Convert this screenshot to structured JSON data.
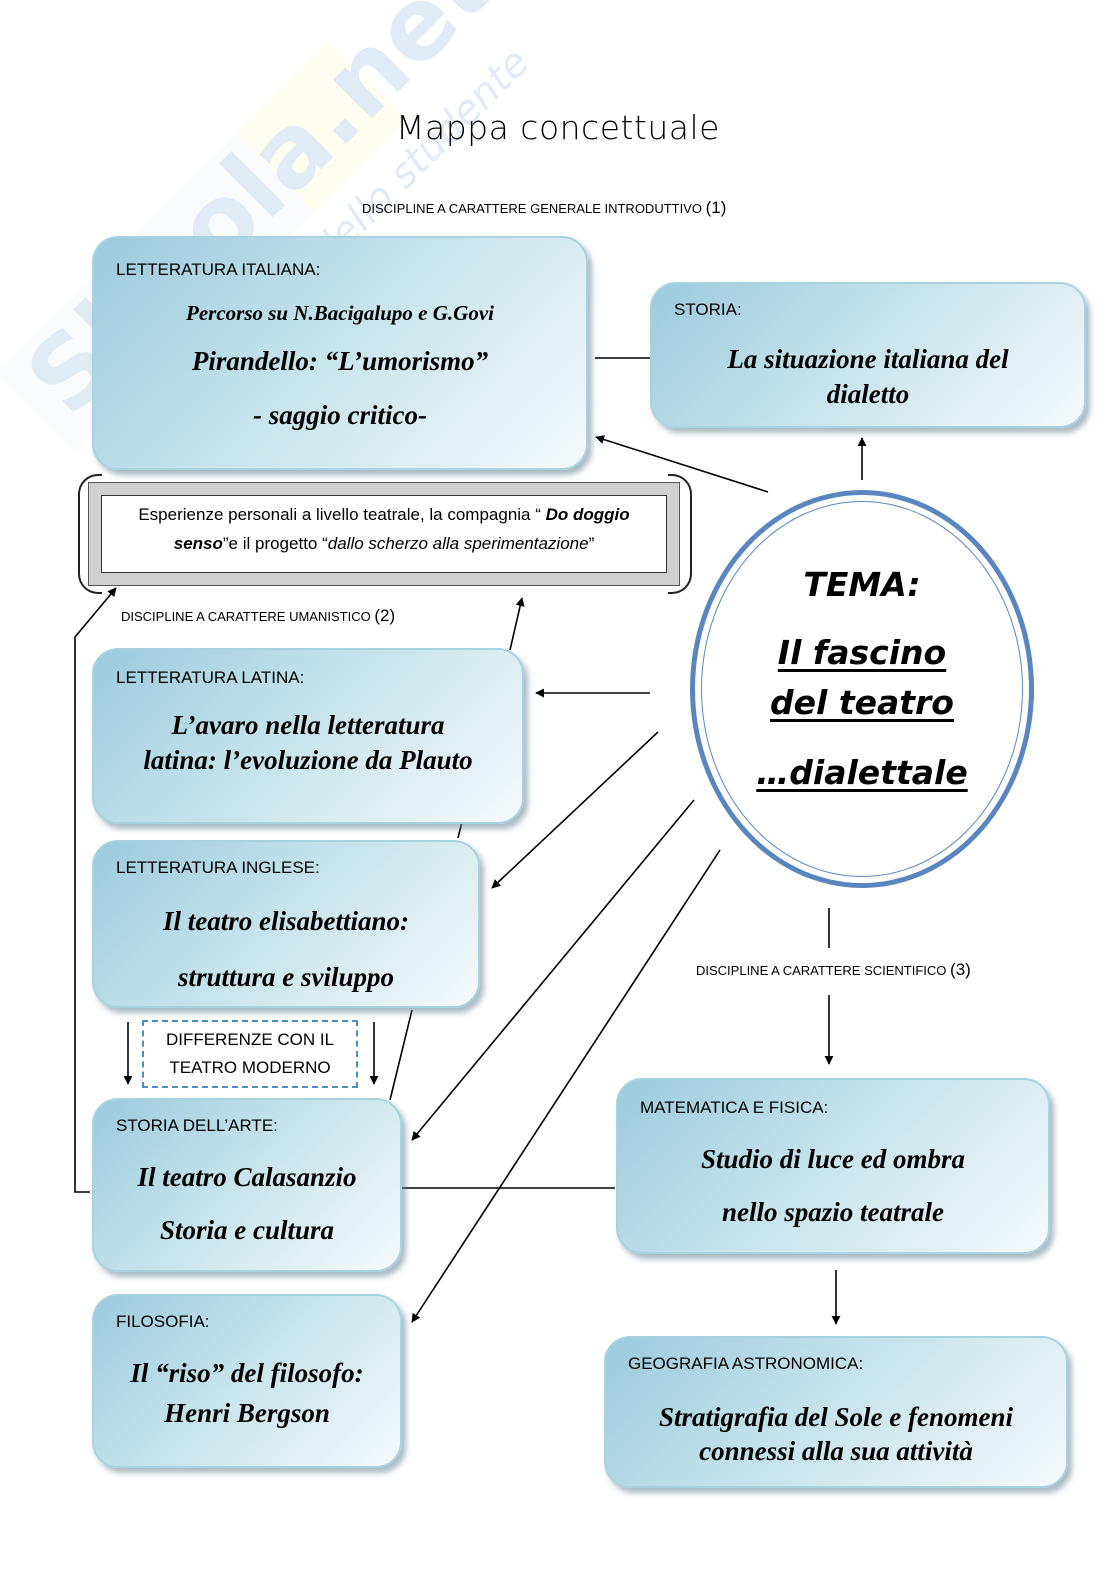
{
  "title": "Mappa concettuale",
  "watermark": {
    "brand": "Skuola.net",
    "slogan": "il paradiso dello studente"
  },
  "sections": {
    "general": {
      "label": "DISCIPLINE  A CARATTERE GENERALE INTRODUTTIVO",
      "num": "(1)"
    },
    "humanistic": {
      "label": "DISCIPLINE  A CARATTERE UMANISTICO",
      "num": "(2)"
    },
    "scientific": {
      "label": "DISCIPLINE  A CARATTERE SCIENTIFICO",
      "num": "(3)"
    }
  },
  "center": {
    "line1": "TEMA:",
    "line2": "Il fascino",
    "line3": "del teatro",
    "line4": "…dialettale"
  },
  "boxes": {
    "lett_ita": {
      "label": "LETTERATURA ITALIANA:",
      "line1": "Percorso su N.Bacigalupo e G.Govi",
      "line2": "Pirandello: “L’umorismo”",
      "line3": "- saggio critico-"
    },
    "storia": {
      "label": "STORIA:",
      "line1": "La situazione italiana del",
      "line2": "dialetto"
    },
    "lett_lat": {
      "label": "LETTERATURA LATINA:",
      "line1": "L’avaro nella letteratura",
      "line2": "latina: l’evoluzione da Plauto"
    },
    "lett_ing": {
      "label": "LETTERATURA INGLESE:",
      "line1": "Il teatro elisabettiano:",
      "line2": "struttura e sviluppo"
    },
    "arte": {
      "label": "STORIA DELL’ARTE:",
      "line1": "Il teatro Calasanzio",
      "line2": "Storia e cultura"
    },
    "filo": {
      "label": "FILOSOFIA:",
      "line1": "Il “riso” del filosofo:",
      "line2": "Henri Bergson"
    },
    "mat": {
      "label": "MATEMATICA E FISICA:",
      "line1": "Studio di luce ed ombra",
      "line2": "nello spazio teatrale"
    },
    "geo": {
      "label": "GEOGRAFIA  ASTRONOMICA:",
      "line1": "Stratigrafia del Sole e fenomeni",
      "line2": "connessi alla sua attività"
    }
  },
  "esperienze": {
    "t1": "Esperienze personali a livello teatrale, la compagnia “ ",
    "t2": "Do doggio",
    "t3": "senso",
    "t4": "”e il progetto “",
    "t5": "dallo scherzo alla sperimentazione",
    "t6": "”"
  },
  "differenze": {
    "line1": "DIFFERENZE CON IL",
    "line2": "TEATRO MODERNO"
  },
  "colors": {
    "box_dark": "#9bcbdd",
    "box_light": "#f4fafc",
    "oval_border": "#5a86c0",
    "dash_border": "#4a8fc0"
  }
}
